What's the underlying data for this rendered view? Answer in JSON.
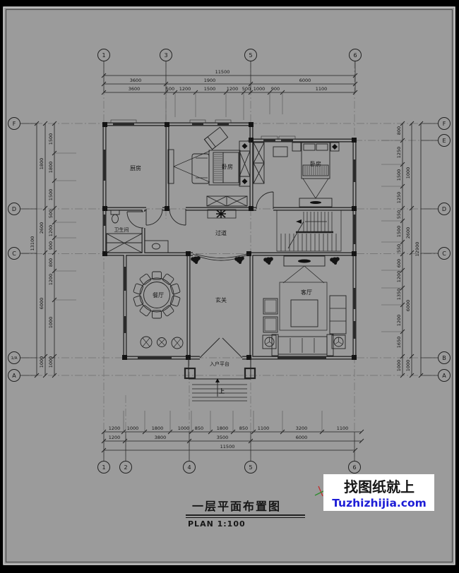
{
  "axis": {
    "top": [
      "1",
      "3",
      "5",
      "6"
    ],
    "bottom": [
      "1",
      "2",
      "4",
      "5",
      "6"
    ],
    "left": [
      "F",
      "D",
      "C",
      "1/A",
      "A"
    ],
    "right": [
      "F",
      "E",
      "D",
      "C",
      "B",
      "A"
    ]
  },
  "dims": {
    "top": {
      "total": "11500",
      "major": [
        "3600",
        "1900",
        "6000"
      ],
      "minor": [
        "3600",
        "500",
        "1200",
        "1500",
        "1200",
        "500",
        "1000",
        "900",
        "1100"
      ]
    },
    "bottom": {
      "total": "11500",
      "major": [
        "1200",
        "3800",
        "3500",
        "6000"
      ],
      "minor": [
        "1200",
        "1000",
        "1800",
        "1000",
        "850",
        "1800",
        "850",
        "1100",
        "3200",
        "1100"
      ]
    },
    "left": {
      "total": "13100",
      "major": [
        "1800",
        "2600",
        "6000",
        "1000"
      ],
      "minor": [
        "1500",
        "1800",
        "1500",
        "500",
        "1200",
        "900",
        "800",
        "1200",
        "1000",
        "1000"
      ]
    },
    "right": {
      "total": "12900",
      "major": [
        "1000",
        "2600",
        "6000",
        "1000"
      ],
      "minor": [
        "800",
        "1250",
        "1500",
        "1250",
        "550",
        "1500",
        "550",
        "600",
        "1200",
        "1350",
        "1200",
        "1650",
        "1000"
      ]
    }
  },
  "rooms": {
    "kitchen": "厨房",
    "bedroom_a": "卧房",
    "bedroom_b": "卧房",
    "bath": "卫生间",
    "corridor": "过道",
    "dining": "餐厅",
    "foyer": "玄关",
    "living": "客厅",
    "platform": "入户平台",
    "up": "上"
  },
  "titleblock": {
    "title": "一层平面布置图",
    "scale": "PLAN 1:100"
  },
  "watermark": {
    "line1": "找图纸就上",
    "line2": "Tuzhizhijia.com"
  },
  "colors": {
    "paper": "#9b9b9b",
    "line": "#1c1c1c",
    "url_blue": "#1d1dd6"
  }
}
